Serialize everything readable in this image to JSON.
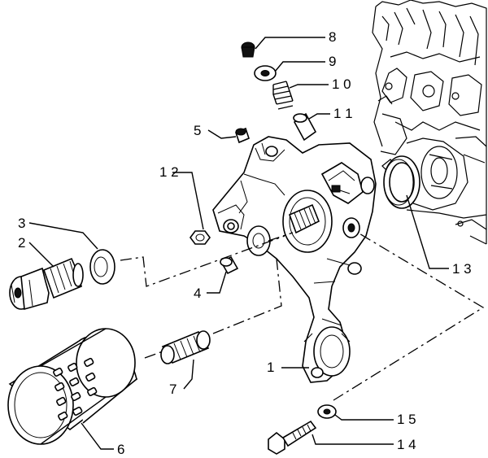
{
  "callouts": {
    "c1": "1",
    "c2": "2",
    "c3": "3",
    "c4": "4",
    "c5": "5",
    "c6": "6",
    "c7": "7",
    "c8": "8",
    "c9": "9",
    "c10": "1 0",
    "c11": "1 1",
    "c12": "1 2",
    "c13": "1 3",
    "c14": "1 4",
    "c15": "1 5"
  }
}
